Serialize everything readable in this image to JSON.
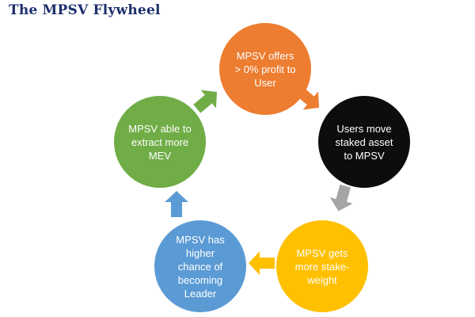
{
  "title": "The MPSV Flywheel",
  "colors": {
    "title": "#1c2f6e",
    "orange": "#ed7d31",
    "black": "#0d0d0d",
    "yellow": "#ffc000",
    "blue": "#5b9bd5",
    "green": "#70ad47",
    "gray": "#a5a5a5"
  },
  "nodes": [
    {
      "id": "offer",
      "label": "MPSV offers\n> 0% profit to\nUser"
    },
    {
      "id": "stake",
      "label": "Users move\nstaked asset\nto MPSV"
    },
    {
      "id": "weight",
      "label": "MPSV gets\nmore stake-\nweight"
    },
    {
      "id": "leader",
      "label": "MPSV has\nhigher\nchance of\nbecoming\nLeader"
    },
    {
      "id": "mev",
      "label": "MPSV able to\nextract more\nMEV"
    }
  ],
  "arrows": [
    {
      "from": "offer",
      "to": "stake",
      "color": "orange",
      "icon": "arrow-icon"
    },
    {
      "from": "stake",
      "to": "weight",
      "color": "gray",
      "icon": "arrow-icon"
    },
    {
      "from": "weight",
      "to": "leader",
      "color": "yellow",
      "icon": "arrow-icon"
    },
    {
      "from": "leader",
      "to": "mev",
      "color": "blue",
      "icon": "arrow-icon"
    },
    {
      "from": "mev",
      "to": "offer",
      "color": "green",
      "icon": "arrow-icon"
    }
  ]
}
